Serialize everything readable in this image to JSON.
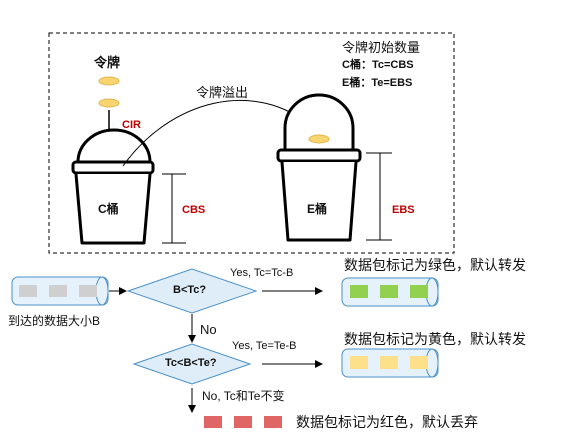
{
  "texts": {
    "token": "令牌",
    "cir": "CIR",
    "overflow": "令牌溢出",
    "init_title": "令牌初始数量",
    "c_init": "C桶：Tc=CBS",
    "e_init": "E桶：Te=EBS",
    "c_bucket": "C桶",
    "e_bucket": "E桶",
    "cbs": "CBS",
    "ebs": "EBS",
    "cond1": "B<Tc?",
    "yes1": "Yes, Tc=Tc-B",
    "result_green": "数据包标记为绿色，默认转发",
    "arrive": "到达的数据大小B",
    "no1": "No",
    "cond2": "Tc<B<Te?",
    "yes2": "Yes, Te=Te-B",
    "result_yellow": "数据包标记为黄色，默认转发",
    "no2": "No, Tc和Te不变",
    "result_red": "数据包标记为红色，默认丢弃"
  },
  "colors": {
    "accent_red": "#c00000",
    "token_fill": "#f9d572",
    "diamond_fill": "#deedf8",
    "diamond_stroke": "#4a90c8",
    "tube_fill": "#e5f2fb",
    "packet_gray": "#cfcfcf",
    "packet_green": "#92d050",
    "packet_yellow": "#ffe08a",
    "packet_red": "#e06666"
  }
}
